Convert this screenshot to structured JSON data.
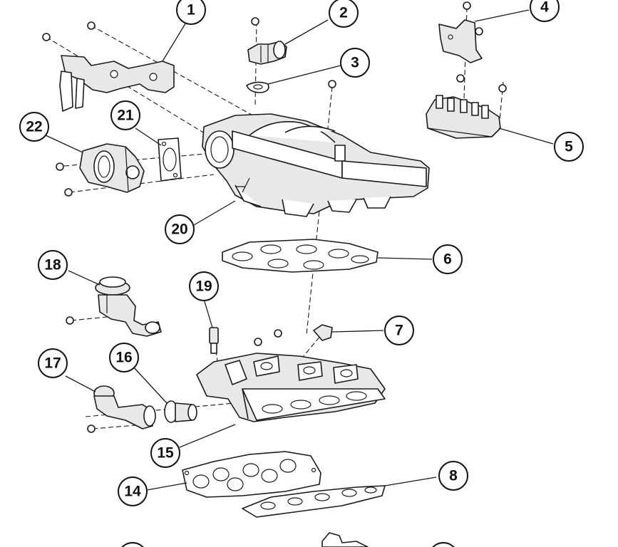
{
  "callouts": [
    {
      "label": "1"
    },
    {
      "label": "2"
    },
    {
      "label": "3"
    },
    {
      "label": "4"
    },
    {
      "label": "5"
    },
    {
      "label": "6"
    },
    {
      "label": "7"
    },
    {
      "label": "8"
    },
    {
      "label": "14"
    },
    {
      "label": "15"
    },
    {
      "label": "16"
    },
    {
      "label": "17"
    },
    {
      "label": "18"
    },
    {
      "label": "19"
    },
    {
      "label": "20"
    },
    {
      "label": "21"
    },
    {
      "label": "22"
    }
  ],
  "colors": {
    "line": "#1a1a1a",
    "background": "#ffffff",
    "shade": "#e8e8e8"
  }
}
